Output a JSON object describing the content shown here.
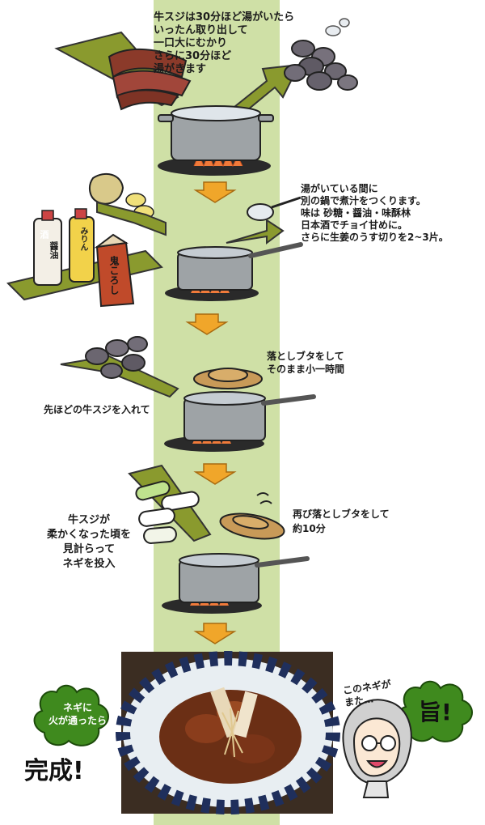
{
  "step1": {
    "text": "牛スジは30分ほど湯がいたら\nいったん取り出して\n一口大にむかり\nさらに30分ほど\n湯がきます"
  },
  "step2": {
    "text": "湯がいている間に\n別の鍋で煮汁をつくります。\n味は 砂糖・醤油・味酥林\n日本酒でチョイ甘めに。\nさらに生姜のうす切りを2~3片。",
    "bottle_labels": [
      "酒",
      "醤油",
      "みりん",
      "鬼ころし"
    ]
  },
  "step3": {
    "lid_text": "落としブタをして\nそのまま小一時間",
    "beef_text": "先ほどの牛スジを入れて"
  },
  "step4": {
    "left_text": "牛スジが\n柔かくなった頃を\n見計らって\nネギを投入",
    "right_text": "再び落としブタをして\n約10分"
  },
  "final": {
    "leaf_text": "ネギに\n火が通ったら",
    "done_text": "完成!",
    "speech_text": "このネギが\nまた…",
    "umai_text": "旨!"
  },
  "colors": {
    "band": "#cfe0a6",
    "arrow": "#f0a62a",
    "leaf": "#8a9a2e",
    "pot": "#9ea3a6",
    "flame": "#f07a3a",
    "bowl": "#1f2f5c"
  }
}
